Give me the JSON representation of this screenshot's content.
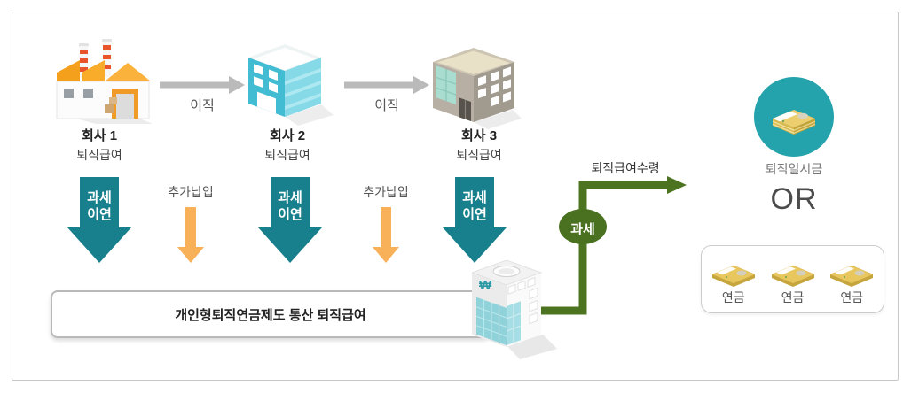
{
  "companies": [
    {
      "name": "회사 1",
      "benefit": "퇴직급여"
    },
    {
      "name": "회사 2",
      "benefit": "퇴직급여"
    },
    {
      "name": "회사 3",
      "benefit": "퇴직급여"
    }
  ],
  "job_change_arrows": [
    {
      "label": "이직"
    },
    {
      "label": "이직"
    }
  ],
  "tax_deferral_arrows": [
    {
      "line1": "과세",
      "line2": "이연"
    },
    {
      "line1": "과세",
      "line2": "이연"
    },
    {
      "line1": "과세",
      "line2": "이연"
    }
  ],
  "extra_contribution_arrows": [
    {
      "label": "추가납입"
    },
    {
      "label": "추가납입"
    }
  ],
  "irp_box": {
    "label": "개인형퇴직연금제도 통산 퇴직급여"
  },
  "bank": {
    "symbol": "₩"
  },
  "payout_flow": {
    "arrow_label": "퇴직급여수령",
    "tax_badge": "과세"
  },
  "outcomes": {
    "lump_sum_label": "퇴직일시금",
    "or_label": "OR",
    "pension_items": [
      {
        "label": "연금"
      },
      {
        "label": "연금"
      },
      {
        "label": "연금"
      }
    ]
  },
  "colors": {
    "teal_arrow": "#17808c",
    "olive_green_path": "#4c7420",
    "tax_badge_green": "#4a7120",
    "orange_arrow": "#f9b159",
    "gray_arrow": "#bababa",
    "money_circle_teal": "#25a3ad"
  }
}
